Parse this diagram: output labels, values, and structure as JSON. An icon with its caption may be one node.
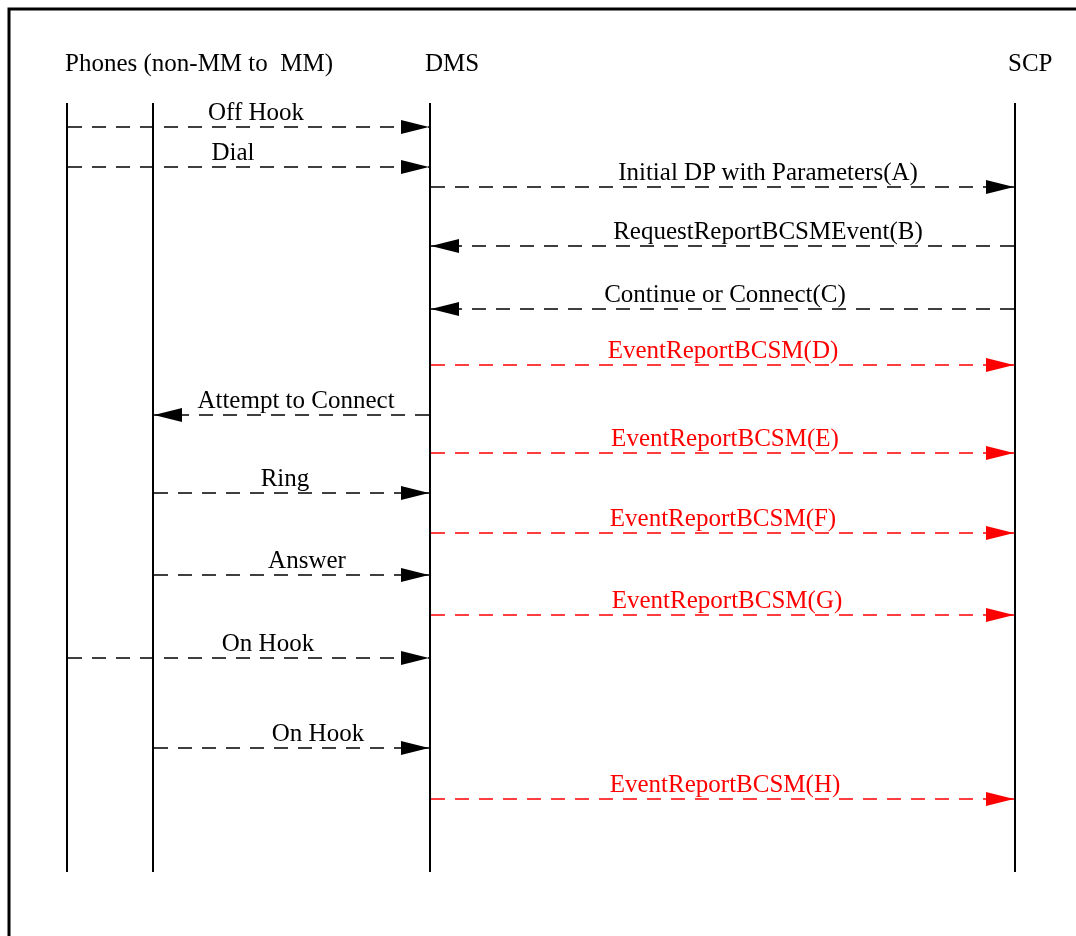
{
  "diagram": {
    "nodes": [
      {
        "text": [],
        "shape": "bar"
      },
      {
        "text": [],
        "shape": "bar"
      },
      {
        "text": [],
        "shape": "bar"
      },
      {
        "text": [],
        "shape": "bar"
      }
    ],
    "edges": [
      {
        "from": 0,
        "to": 2,
        "arrow": "to",
        "label": "Off Hook",
        "style": "dashed"
      },
      {
        "from": 0,
        "to": 2,
        "arrow": "to",
        "label": "Dial",
        "style": "dashed"
      },
      {
        "from": 2,
        "to": 3,
        "arrow": "to",
        "label": "Initial DP with Parameters(A)",
        "style": "dashed"
      },
      {
        "from": 3,
        "to": 2,
        "arrow": "to",
        "label": "RequestReportBCSMEvent(B)",
        "style": "dashed"
      },
      {
        "from": 3,
        "to": 2,
        "arrow": "to",
        "label": "Continue or Connect(C)",
        "style": "dashed"
      },
      {
        "from": 2,
        "to": 3,
        "arrow": "to",
        "label": "EventReportBCSM(D)",
        "style": "dashed",
        "color": "#ff0000"
      },
      {
        "from": 2,
        "to": 1,
        "arrow": "to",
        "label": "Attempt to Connect",
        "style": "dashed"
      },
      {
        "from": 2,
        "to": 3,
        "arrow": "to",
        "label": "EventReportBCSM(E)",
        "style": "dashed",
        "color": "#ff0000"
      },
      {
        "from": 1,
        "to": 2,
        "arrow": "to",
        "label": "Ring",
        "style": "dashed"
      },
      {
        "from": 2,
        "to": 3,
        "arrow": "to",
        "label": "EventReportBCSM(F)",
        "style": "dashed",
        "color": "#ff0000"
      },
      {
        "from": 1,
        "to": 2,
        "arrow": "to",
        "label": "Answer",
        "style": "dashed"
      },
      {
        "from": 2,
        "to": 3,
        "arrow": "to",
        "label": "EventReportBCSM(G)",
        "style": "dashed",
        "color": "#ff0000"
      },
      {
        "from": 0,
        "to": 2,
        "arrow": "to",
        "label": "On Hook",
        "style": "dashed"
      },
      {
        "from": 1,
        "to": 2,
        "arrow": "to",
        "label": "On Hook",
        "style": "dashed"
      },
      {
        "from": 2,
        "to": 3,
        "arrow": "to",
        "label": "EventReportBCSM(H)",
        "style": "dashed",
        "color": "#ff0000"
      }
    ],
    "labels": [
      "Phones (non-MM to  MM)",
      "DMS",
      "SCP"
    ]
  }
}
